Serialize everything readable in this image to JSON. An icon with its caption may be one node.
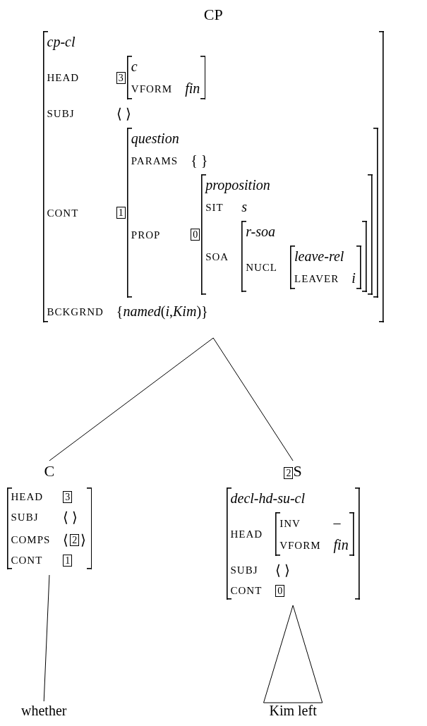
{
  "diagram": {
    "nodes": [
      {
        "text": [
          "CP",
          "cp-cl",
          "HEAD",
          "SUBJ",
          "⟨ ⟩",
          "CONT",
          "BCKGRND",
          "{*named*(*i*,*Kim*)}"
        ]
      },
      {
        "text": [
          "3"
        ],
        "in": 0
      },
      {
        "text": [
          "c",
          "VFORM",
          "fin"
        ],
        "in": 0
      },
      {
        "text": [
          "1"
        ],
        "in": 0
      },
      {
        "text": [
          "question",
          "PARAMS",
          "{ }",
          "PROP"
        ],
        "in": 0
      },
      {
        "text": [
          "0"
        ],
        "in": 4
      },
      {
        "text": [
          "proposition",
          "SIT",
          "s",
          "SOA"
        ],
        "in": 4
      },
      {
        "text": [
          "r-soa",
          "NUCL"
        ],
        "in": 6
      },
      {
        "text": [
          "leave-rel",
          "LEAVER",
          "i"
        ],
        "in": 7
      },
      {
        "text": [
          "C",
          "HEAD",
          "SUBJ",
          "⟨ ⟩",
          "COMPS",
          "⟨",
          "⟩",
          "CONT"
        ]
      },
      {
        "text": [
          "3"
        ],
        "in": 9
      },
      {
        "text": [
          "2"
        ],
        "in": 9
      },
      {
        "text": [
          "1"
        ],
        "in": 9
      },
      {
        "text": [
          "S",
          "decl-hd-su-cl",
          "HEAD",
          "SUBJ",
          "⟨ ⟩",
          "CONT"
        ]
      },
      {
        "text": [
          "2"
        ]
      },
      {
        "text": [
          "INV",
          "–",
          "VFORM",
          "fin"
        ],
        "in": 13
      },
      {
        "text": [
          "0"
        ],
        "in": 13
      },
      {
        "text": [
          "whether"
        ]
      },
      {
        "text": [
          "Kim left"
        ]
      }
    ],
    "edges": [
      {
        "from": 0,
        "to": 9,
        "arrow": "none"
      },
      {
        "from": 0,
        "to": 13,
        "arrow": "none"
      },
      {
        "from": 9,
        "to": 17,
        "arrow": "none"
      },
      {
        "from": 13,
        "to": 18,
        "arrow": "none"
      }
    ]
  }
}
